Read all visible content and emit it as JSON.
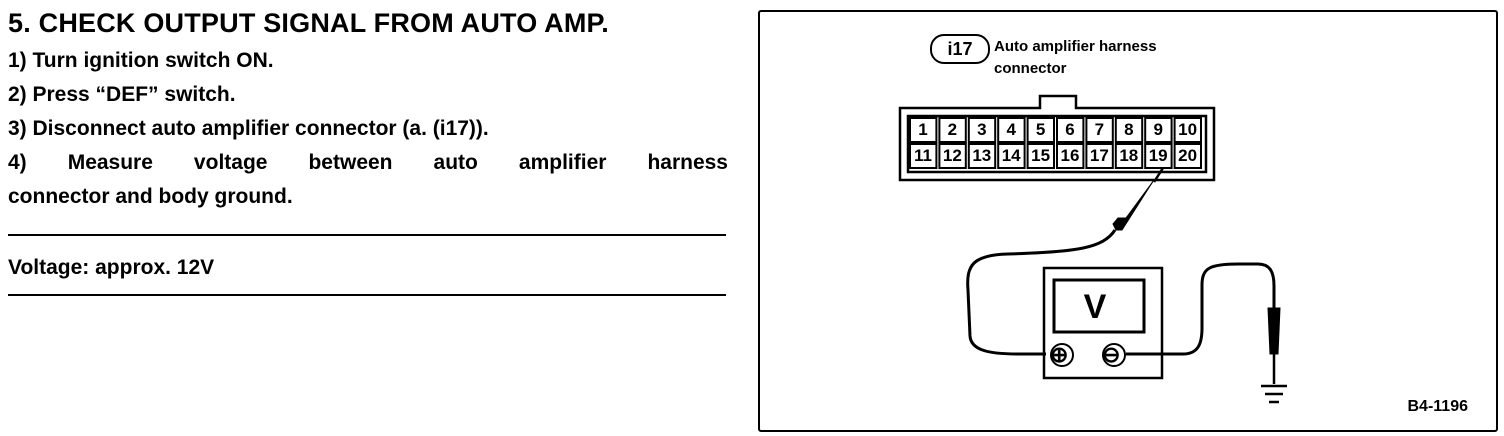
{
  "section": {
    "title": "5. CHECK OUTPUT SIGNAL FROM AUTO AMP.",
    "steps": [
      "1) Turn ignition switch ON.",
      "2) Press “DEF” switch.",
      "3) Disconnect auto amplifier connector (a. (i17)).",
      "4) Measure voltage between auto amplifier harness"
    ],
    "step_continuation": "connector and body ground.",
    "spec": "Voltage: approx. 12V"
  },
  "figure": {
    "connector_id": "i17",
    "connector_label_line1": "Auto amplifier harness",
    "connector_label_line2": "connector",
    "pins_top": [
      "1",
      "2",
      "3",
      "4",
      "5",
      "6",
      "7",
      "8",
      "9",
      "10"
    ],
    "pins_bottom": [
      "11",
      "12",
      "13",
      "14",
      "15",
      "16",
      "17",
      "18",
      "19",
      "20"
    ],
    "meter_symbol": "V",
    "positive_terminal": "⊕",
    "negative_terminal": "⊖",
    "figure_code": "B4-1196"
  }
}
